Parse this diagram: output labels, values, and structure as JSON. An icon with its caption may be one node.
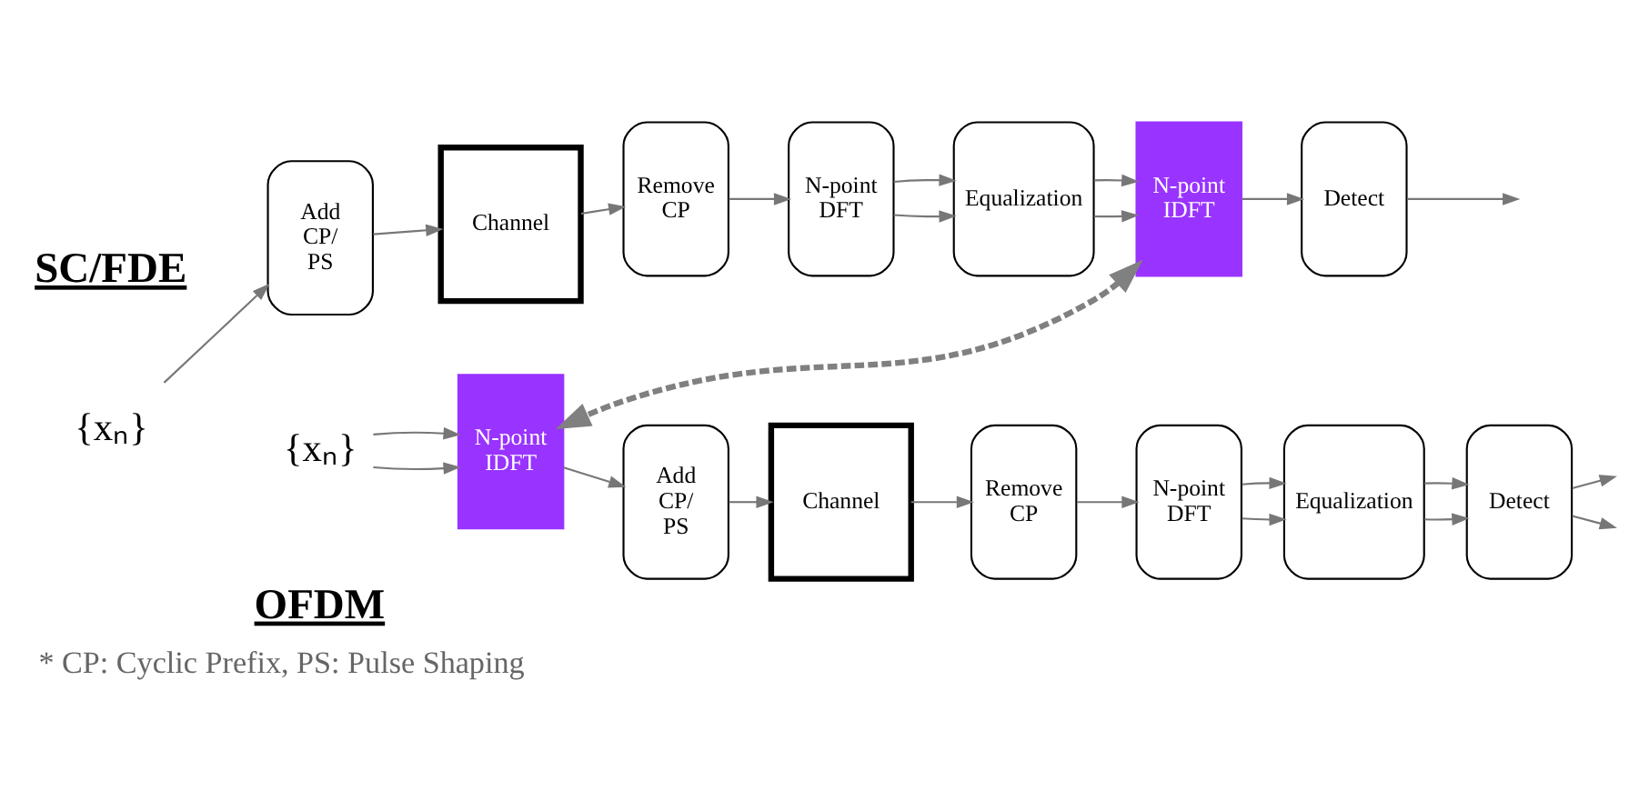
{
  "diagram": {
    "caption": "* CP: Cyclic Prefix, PS: Pulse Shaping",
    "nodes": [
      {
        "text": [
          "{xₙ}"
        ]
      },
      {
        "text": [
          "Add CP/ PS"
        ]
      },
      {
        "text": [
          "Channel"
        ]
      },
      {
        "text": [
          "Remove CP"
        ]
      },
      {
        "text": [
          "N-point DFT"
        ]
      },
      {
        "text": [
          "Equalization"
        ]
      },
      {
        "text": [
          "N-point IDFT"
        ]
      },
      {
        "text": [
          "Detect"
        ]
      },
      {
        "text": [
          "{xₙ}"
        ]
      },
      {
        "text": [
          "N-point IDFT"
        ]
      },
      {
        "text": [
          "Add CP/ PS"
        ]
      },
      {
        "text": [
          "Channel"
        ]
      },
      {
        "text": [
          "Remove CP"
        ]
      },
      {
        "text": [
          "N-point DFT"
        ]
      },
      {
        "text": [
          "Equalization"
        ]
      },
      {
        "text": [
          "Detect"
        ]
      }
    ],
    "edges": [
      {
        "from": 0,
        "to": 1,
        "arrow": "to"
      },
      {
        "from": 1,
        "to": 2,
        "arrow": "to"
      },
      {
        "from": 2,
        "to": 3,
        "arrow": "to"
      },
      {
        "from": 3,
        "to": 4,
        "arrow": "to"
      },
      {
        "from": 4,
        "to": 5,
        "arrow": "to"
      },
      {
        "from": 4,
        "to": 5,
        "arrow": "to"
      },
      {
        "from": 5,
        "to": 6,
        "arrow": "to"
      },
      {
        "from": 5,
        "to": 6,
        "arrow": "to"
      },
      {
        "from": 6,
        "to": 7,
        "arrow": "to"
      },
      {
        "from": 7,
        "to": null,
        "arrow": "to"
      },
      {
        "from": 6,
        "to": 9,
        "arrow": "both",
        "style": "dashed",
        "color": "#808080"
      },
      {
        "from": 8,
        "to": 9,
        "arrow": "to"
      },
      {
        "from": 8,
        "to": 9,
        "arrow": "to"
      },
      {
        "from": 9,
        "to": 10,
        "arrow": "to"
      },
      {
        "from": 10,
        "to": 11,
        "arrow": "to"
      },
      {
        "from": 11,
        "to": 12,
        "arrow": "to"
      },
      {
        "from": 12,
        "to": 13,
        "arrow": "to"
      },
      {
        "from": 13,
        "to": 14,
        "arrow": "to"
      },
      {
        "from": 13,
        "to": 14,
        "arrow": "to"
      },
      {
        "from": 14,
        "to": 15,
        "arrow": "to"
      },
      {
        "from": 14,
        "to": 15,
        "arrow": "to"
      },
      {
        "from": 15,
        "to": null,
        "arrow": "to"
      },
      {
        "from": 15,
        "to": null,
        "arrow": "to"
      }
    ],
    "labels": [
      "SC/FDE",
      "OFDM"
    ]
  }
}
